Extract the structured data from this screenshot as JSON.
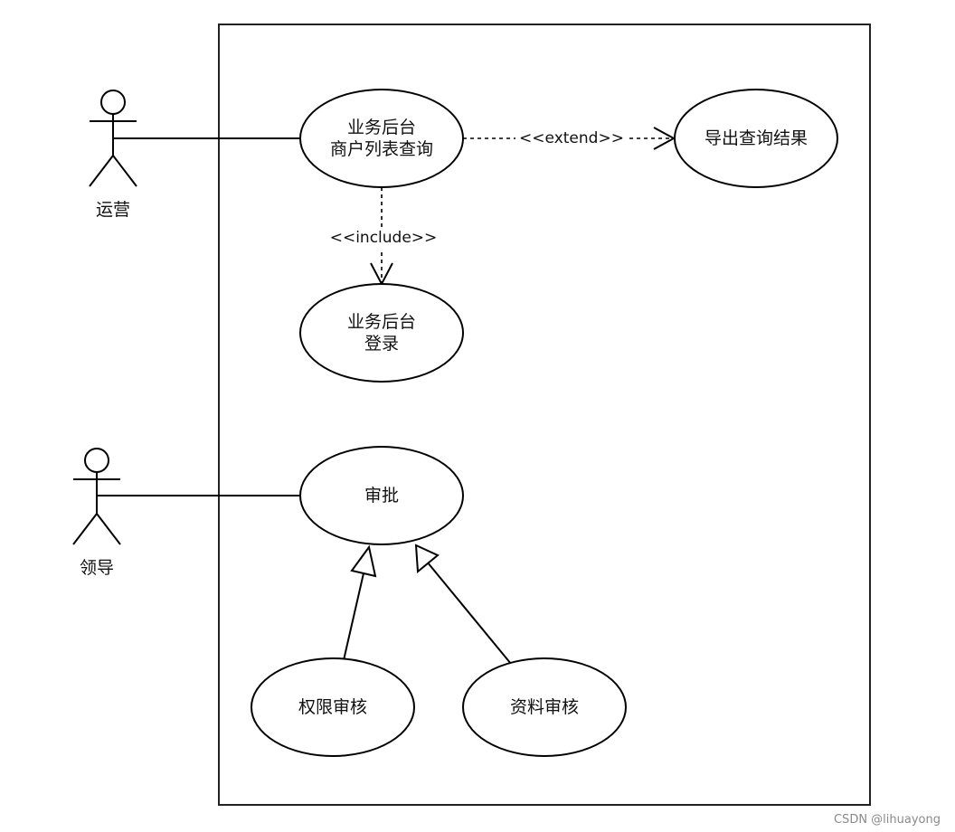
{
  "actors": {
    "operations": {
      "name": "运营"
    },
    "leader": {
      "name": "领导"
    }
  },
  "use_cases": {
    "merchant_list_query": {
      "line1": "业务后台",
      "line2": "商户列表查询"
    },
    "export_query_result": {
      "label": "导出查询结果"
    },
    "backend_login": {
      "line1": "业务后台",
      "line2": "登录"
    },
    "approval": {
      "label": "审批"
    },
    "permission_review": {
      "label": "权限审核"
    },
    "document_review": {
      "label": "资料审核"
    }
  },
  "relationships": {
    "extend_label": "<<extend>>",
    "include_label": "<<include>>"
  },
  "watermark": "CSDN @lihuayong"
}
